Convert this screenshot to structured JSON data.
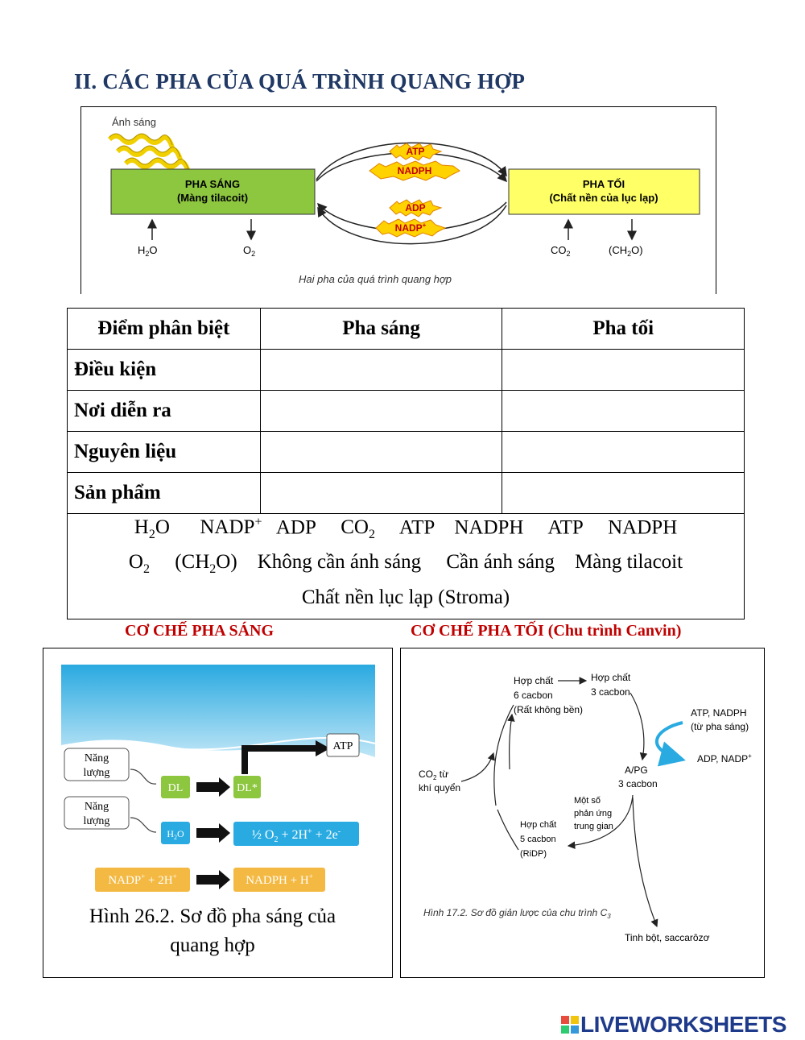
{
  "heading": "II. CÁC PHA CỦA QUÁ TRÌNH QUANG HỢP",
  "fig1": {
    "light_label": "Ánh sáng",
    "light_phase": {
      "title": "PHA SÁNG",
      "sub": "(Màng tilacoit)"
    },
    "dark_phase": {
      "title": "PHA TỐI",
      "sub": "(Chất nền của lục lạp)"
    },
    "atp": "ATP",
    "nadph": "NADPH",
    "adp": "ADP",
    "nadp": "NADP",
    "h2o": "H",
    "o2": "O",
    "co2": "CO",
    "ch2o_a": "(CH",
    "ch2o_b": "O)",
    "sub2": "2",
    "plus": "+",
    "caption": "Hai pha của quá trình quang hợp"
  },
  "table": {
    "headers": [
      "Điểm phân biệt",
      "Pha sáng",
      "Pha tối"
    ],
    "rows": [
      {
        "label": "Điều kiện",
        "light": "",
        "dark": ""
      },
      {
        "label": "Nơi diễn ra",
        "light": "",
        "dark": ""
      },
      {
        "label": "Nguyên liệu",
        "light": "",
        "dark": ""
      },
      {
        "label": "Sản phẩm",
        "light": "",
        "dark": ""
      }
    ]
  },
  "options": {
    "h2o_a": "H",
    "h2o_b": "O",
    "nadp": "NADP",
    "sup_plus": "+",
    "adp": "ADP",
    "co2": "CO",
    "sub2": "2",
    "atp1": "ATP",
    "nadph1": "NADPH",
    "atp2": "ATP",
    "nadph2": "NADPH",
    "o2": "O",
    "ch2o_a": "(CH",
    "ch2o_b": "O)",
    "no_light": "Không cần ánh sáng",
    "need_light": "Cần ánh sáng",
    "membrane": "Màng tilacoit",
    "stroma": "Chất nền lục lạp (Stroma)"
  },
  "left_title": "CƠ CHẾ PHA SÁNG",
  "right_title": "CƠ CHẾ PHA TỐI (Chu trình Canvin)",
  "light_mech": {
    "energy1": [
      "Năng",
      "lượng"
    ],
    "energy2": [
      "Năng",
      "lượng"
    ],
    "dl": "DL",
    "dl_star": "DL*",
    "atp": "ATP",
    "h2o": "H",
    "h2o_o": "O",
    "sub2": "2",
    "o2_eq_a": "½ O",
    "o2_eq_b": " + 2H",
    "o2_eq_c": " + 2e",
    "plus": "+",
    "minus": "-",
    "nadp_a": "NADP",
    "nadp_b": " + 2H",
    "nadph_a": "NADPH + H",
    "caption1": "Hình 26.2. Sơ đồ pha sáng của",
    "caption2": "quang hợp"
  },
  "dark_mech": {
    "c6": [
      "Hợp chất",
      "6 cacbon",
      "(Rất không bền)"
    ],
    "c3": [
      "Hợp chất",
      "3 cacbon"
    ],
    "atp_in": [
      "ATP, NADPH",
      "(từ pha sáng)"
    ],
    "adp_out": "ADP, NADP",
    "plus": "+",
    "apg": [
      "A/PG",
      "3 cacbon"
    ],
    "co2": [
      "CO",
      "từ",
      "khí quyển"
    ],
    "sub2": "2",
    "inter": [
      "Một số",
      "phản ứng",
      "trung gian"
    ],
    "c5": [
      "Hợp chất",
      "5 cacbon",
      "(RiDP)"
    ],
    "caption": "Hình 17.2. Sơ đồ giản lược của chu trình C",
    "caption_sub": "3",
    "starch": "Tinh bột, saccarôzơ"
  },
  "logo": "LIVEWORKSHEETS",
  "colors": {
    "heading": "#1f3864",
    "red": "#c00000",
    "green": "#92d050",
    "yellow": "#ffff66",
    "blue": "#29abe2",
    "orange": "#f4b942"
  }
}
